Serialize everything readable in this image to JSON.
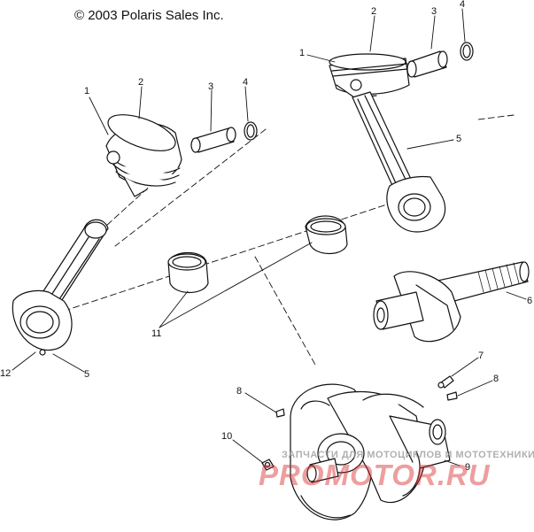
{
  "copyright": "© 2003 Polaris Sales Inc.",
  "callouts": {
    "c1a": "1",
    "c2a": "2",
    "c3a": "3",
    "c4a": "4",
    "c1b": "1",
    "c2b": "2",
    "c3b": "3",
    "c4b": "4",
    "c5a": "5",
    "c5b": "5",
    "c6": "6",
    "c7": "7",
    "c8a": "8",
    "c8b": "8",
    "c9": "9",
    "c10": "10",
    "c11": "11",
    "c12": "12"
  },
  "watermark": {
    "tagline": "ЗАПЧАСТИ ДЛЯ МОТОЦИКЛОВ И МОТОТЕХНИКИ",
    "site": "PROMOTOR.RU"
  },
  "colors": {
    "line": "#111111",
    "watermark_red": "#d82828",
    "watermark_gray": "#969696"
  }
}
